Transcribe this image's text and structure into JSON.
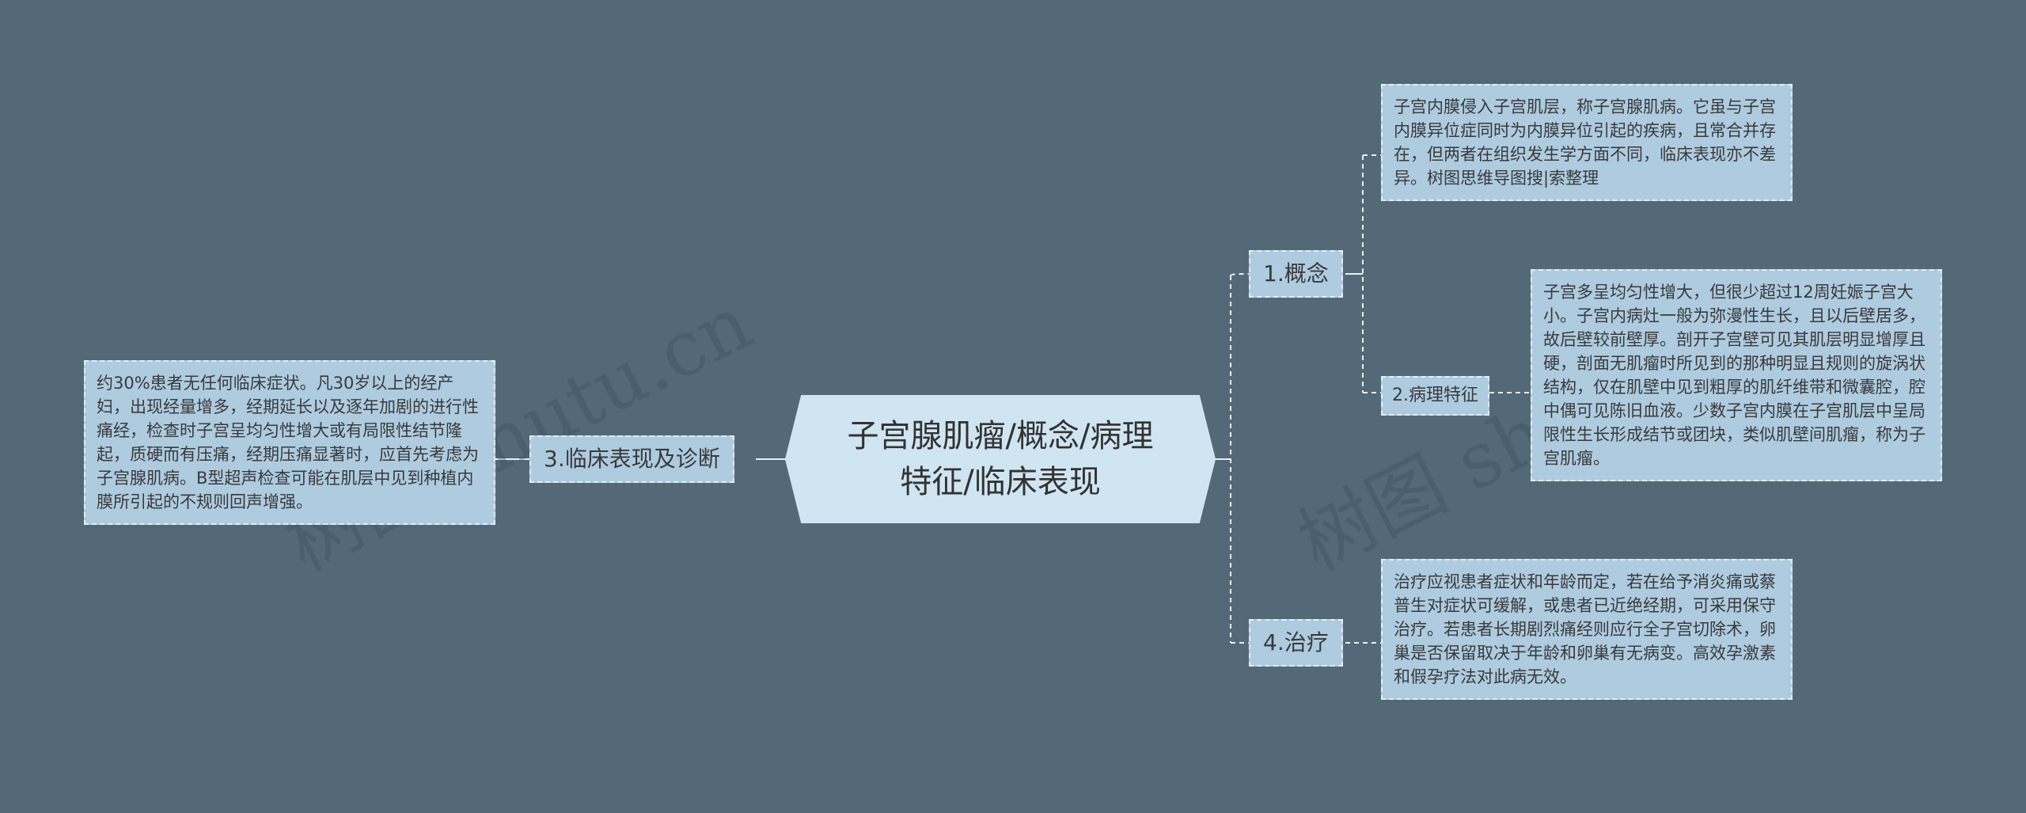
{
  "center": {
    "title": "子宫腺肌瘤/概念/病理特征/临床表现"
  },
  "branches": {
    "concept": {
      "label": "1.概念"
    },
    "pathology": {
      "label": "2.病理特征"
    },
    "clinical": {
      "label": "3.临床表现及诊断"
    },
    "treatment": {
      "label": "4.治疗"
    }
  },
  "leaves": {
    "concept_text": "子宫内膜侵入子宫肌层，称子宫腺肌病。它虽与子宫内膜异位症同时为内膜异位引起的疾病，且常合并存在，但两者在组织发生学方面不同，临床表现亦不差异。树图思维导图搜|索整理",
    "pathology_text": "子宫多呈均匀性增大，但很少超过12周妊娠子宫大小。子宫内病灶一般为弥漫性生长，且以后壁居多，故后壁较前壁厚。剖开子宫壁可见其肌层明显增厚且硬，剖面无肌瘤时所见到的那种明显且规则的旋涡状结构，仅在肌壁中见到粗厚的肌纤维带和微囊腔，腔中偶可见陈旧血液。少数子宫内膜在子宫肌层中呈局限性生长形成结节或团块，类似肌壁间肌瘤，称为子宫肌瘤。",
    "clinical_text": "约30%患者无任何临床症状。凡30岁以上的经产妇，出现经量增多，经期延长以及逐年加剧的进行性痛经，检查时子宫呈均匀性增大或有局限性结节隆起，质硬而有压痛，经期压痛显著时，应首先考虑为子宫腺肌病。B型超声检查可能在肌层中见到种植内膜所引起的不规则回声增强。",
    "treatment_text": "治疗应视患者症状和年龄而定，若在给予消炎痛或蔡普生对症状可缓解，或患者已近绝经期，可采用保守治疗。若患者长期剧烈痛经则应行全子宫切除术，卵巢是否保留取决于年龄和卵巢有无病变。高效孕激素和假孕疗法对此病无效。"
  },
  "watermarks": {
    "left": "树图 shutu.cn",
    "right": "树图 shutu.cn"
  },
  "colors": {
    "background": "#546978",
    "node_fill": "#aecbe0",
    "center_fill": "#d0e5f2",
    "line": "#e6eef5"
  }
}
